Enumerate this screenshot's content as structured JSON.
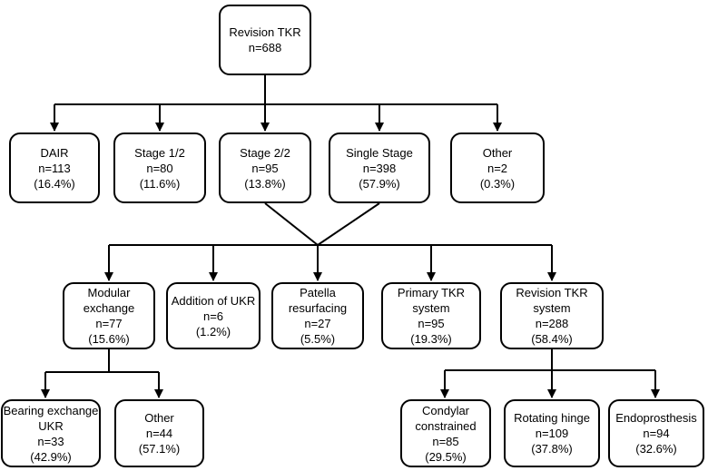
{
  "root": {
    "lines": [
      "Revision TKR",
      "n=688"
    ]
  },
  "level1": [
    {
      "lines": [
        "DAIR",
        "n=113",
        "(16.4%)"
      ]
    },
    {
      "lines": [
        "Stage 1/2",
        "n=80",
        "(11.6%)"
      ]
    },
    {
      "lines": [
        "Stage 2/2",
        "n=95",
        "(13.8%)"
      ]
    },
    {
      "lines": [
        "Single Stage",
        "n=398",
        "(57.9%)"
      ]
    },
    {
      "lines": [
        "Other",
        "n=2",
        "(0.3%)"
      ]
    }
  ],
  "level2": [
    {
      "lines": [
        "Modular",
        "exchange",
        "n=77",
        "(15.6%)"
      ]
    },
    {
      "lines": [
        "Addition of UKR",
        "n=6",
        "(1.2%)"
      ]
    },
    {
      "lines": [
        "Patella",
        "resurfacing",
        "n=27",
        "(5.5%)"
      ]
    },
    {
      "lines": [
        "Primary TKR",
        "system",
        "n=95",
        "(19.3%)"
      ]
    },
    {
      "lines": [
        "Revision TKR",
        "system",
        "n=288",
        "(58.4%)"
      ]
    }
  ],
  "level3_modular": [
    {
      "lines": [
        "Bearing exchange",
        "UKR",
        "n=33",
        "(42.9%)"
      ]
    },
    {
      "lines": [
        "Other",
        "n=44",
        "(57.1%)"
      ]
    }
  ],
  "level3_revision": [
    {
      "lines": [
        "Condylar",
        "constrained",
        "n=85",
        "(29.5%)"
      ]
    },
    {
      "lines": [
        "Rotating hinge",
        "n=109",
        "(37.8%)"
      ]
    },
    {
      "lines": [
        "Endoprosthesis",
        "n=94",
        "(32.6%)"
      ]
    }
  ]
}
